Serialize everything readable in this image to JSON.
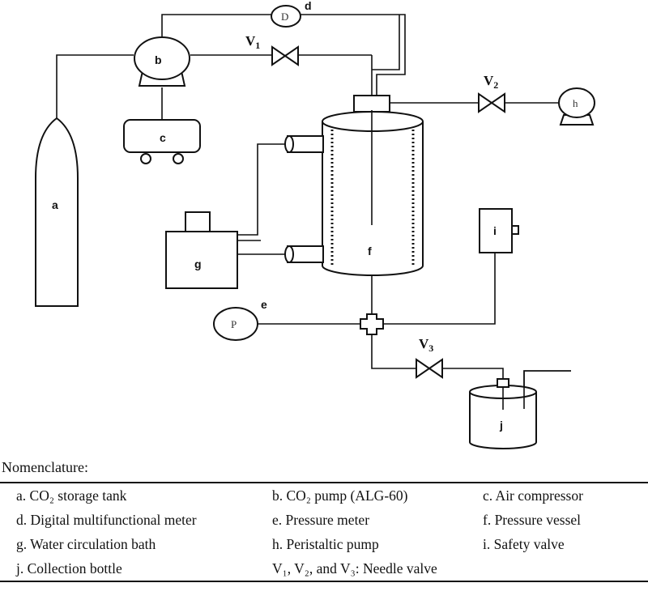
{
  "diagram": {
    "labels": {
      "a": "a",
      "b": "b",
      "c": "c",
      "d": "d",
      "e": "e",
      "f": "f",
      "g": "g",
      "h": "h",
      "i": "i",
      "j": "j"
    },
    "meters": {
      "digital": "D",
      "pressure": "P"
    },
    "valves": [
      {
        "letter": "V",
        "sub": "1"
      },
      {
        "letter": "V",
        "sub": "2"
      },
      {
        "letter": "V",
        "sub": "3"
      }
    ]
  },
  "nomenclature": {
    "heading": "Nomenclature:",
    "rows": [
      [
        "a. CO₂ storage tank",
        "b. CO₂ pump (ALG-60)",
        "c. Air compressor"
      ],
      [
        "d. Digital multifunctional meter",
        "e. Pressure meter",
        "f. Pressure vessel"
      ],
      [
        "g. Water circulation bath",
        "h. Peristaltic pump",
        "i. Safety valve"
      ],
      [
        "j. Collection bottle",
        "V₁, V₂, and V₃:    Needle valve",
        ""
      ]
    ]
  }
}
